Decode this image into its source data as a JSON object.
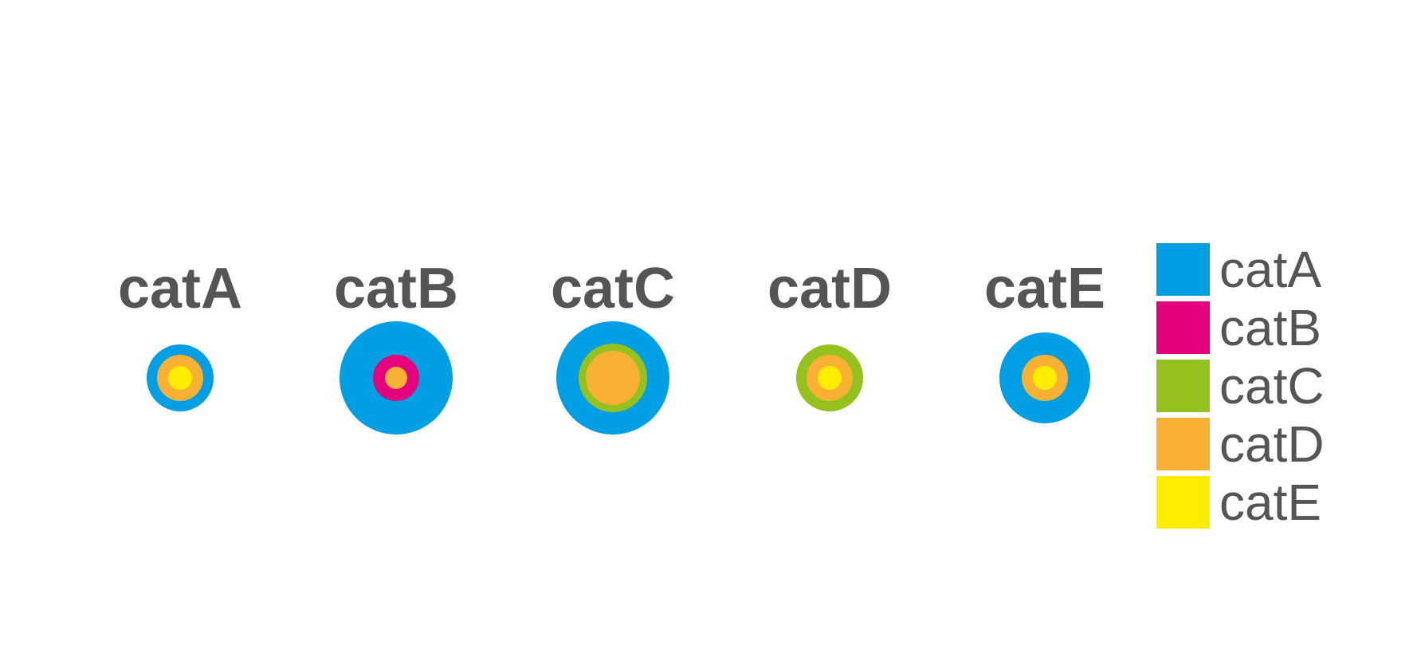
{
  "chart_data": {
    "type": "nested-circles",
    "title": "",
    "category_colors": {
      "catA": "#009FE3",
      "catB": "#E5007E",
      "catC": "#95C11F",
      "catD": "#F8B133",
      "catE": "#FFED00"
    },
    "panels": [
      {
        "title": "catA",
        "rings": [
          {
            "category": "catA",
            "value": 42
          },
          {
            "category": "catD",
            "value": 29
          },
          {
            "category": "catE",
            "value": 15
          }
        ]
      },
      {
        "title": "catB",
        "rings": [
          {
            "category": "catA",
            "value": 71
          },
          {
            "category": "catB",
            "value": 29
          },
          {
            "category": "catD",
            "value": 14
          }
        ]
      },
      {
        "title": "catC",
        "rings": [
          {
            "category": "catA",
            "value": 71
          },
          {
            "category": "catC",
            "value": 43
          },
          {
            "category": "catD",
            "value": 34
          }
        ]
      },
      {
        "title": "catD",
        "rings": [
          {
            "category": "catC",
            "value": 42
          },
          {
            "category": "catD",
            "value": 29
          },
          {
            "category": "catE",
            "value": 15
          }
        ]
      },
      {
        "title": "catE",
        "rings": [
          {
            "category": "catA",
            "value": 57
          },
          {
            "category": "catD",
            "value": 29
          },
          {
            "category": "catE",
            "value": 15
          }
        ]
      }
    ],
    "legend": {
      "position": "right",
      "items": [
        {
          "label": "catA",
          "color": "#009FE3"
        },
        {
          "label": "catB",
          "color": "#E5007E"
        },
        {
          "label": "catC",
          "color": "#95C11F"
        },
        {
          "label": "catD",
          "color": "#F8B133"
        },
        {
          "label": "catE",
          "color": "#FFED00"
        }
      ]
    }
  }
}
